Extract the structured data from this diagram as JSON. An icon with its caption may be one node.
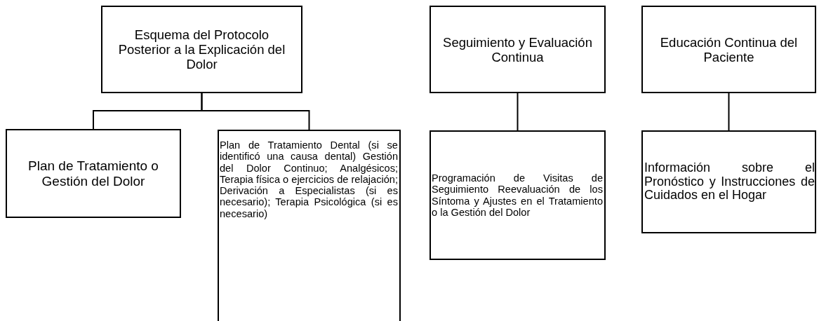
{
  "diagram": {
    "nodes": [
      {
        "text": [
          "Esquema del Protocolo Posterior a la Explicación del Dolor"
        ]
      },
      {
        "text": [
          "Plan de Tratamiento o Gestión del Dolor"
        ]
      },
      {
        "text": [
          "Plan de Tratamiento Dental (si se identificó una causa dental) Gestión del Dolor Continuo; Analgésicos; Terapia física o ejercicios de relajación; Derivación a Especialistas (si es necesario); Terapia Psicológica (si es necesario)"
        ]
      },
      {
        "text": [
          "Seguimiento y Evaluación Continua"
        ]
      },
      {
        "text": [
          "Programación de Visitas de Seguimiento Reevaluación de los Síntoma y Ajustes en el Tratamiento o la Gestión del Dolor"
        ]
      },
      {
        "text": [
          "Educación Continua del Paciente"
        ]
      },
      {
        "text": [
          "Información sobre el Pronóstico y Instrucciones de Cuidados en el Hogar"
        ]
      }
    ],
    "edges": [
      {
        "from": 0,
        "to": 1,
        "arrow": "none"
      },
      {
        "from": 0,
        "to": 2,
        "arrow": "none"
      },
      {
        "from": 3,
        "to": 4,
        "arrow": "none"
      },
      {
        "from": 5,
        "to": 6,
        "arrow": "none"
      }
    ]
  }
}
